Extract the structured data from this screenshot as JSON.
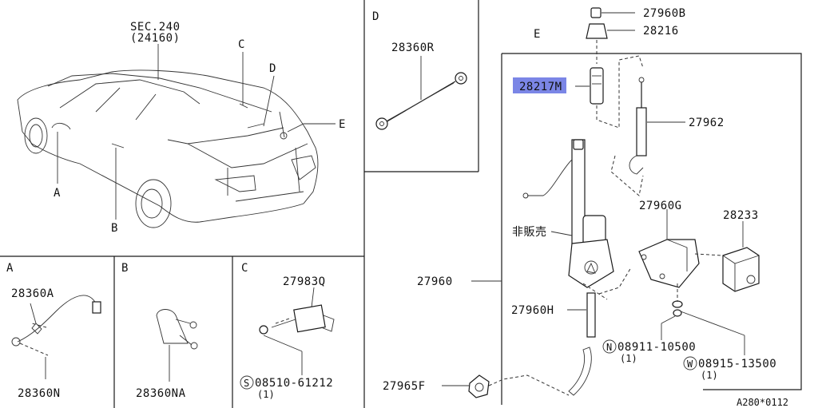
{
  "sections": {
    "A": "A",
    "B": "B",
    "C": "C",
    "D": "D",
    "E": "E"
  },
  "car": {
    "sec_label": "SEC.240",
    "sec_code": "(24160)",
    "callout_A": "A",
    "callout_B": "B",
    "callout_C": "C",
    "callout_D": "D",
    "callout_E": "E"
  },
  "parts": {
    "p28360A": "28360A",
    "p28360N": "28360N",
    "p28360NA": "28360NA",
    "p27983Q": "27983Q",
    "p08510_61212": "08510-61212",
    "p08510_qty": "(1)",
    "p28360R": "28360R",
    "p27960B": "27960B",
    "p28216": "28216",
    "p28217M": "28217M",
    "p27962": "27962",
    "p27960G": "27960G",
    "p28233": "28233",
    "p_not_sold": "非販売",
    "p27960": "27960",
    "p27960H": "27960H",
    "p08911_10500": "08911-10500",
    "p08911_qty": "(1)",
    "p08915_13500": "08915-13500",
    "p08915_qty": "(1)",
    "p27965F": "27965F"
  },
  "prefix": {
    "S": "S",
    "N": "N",
    "W": "W"
  },
  "footer": {
    "ref": "A280*0112"
  },
  "highlight_color": "#7b86e6"
}
